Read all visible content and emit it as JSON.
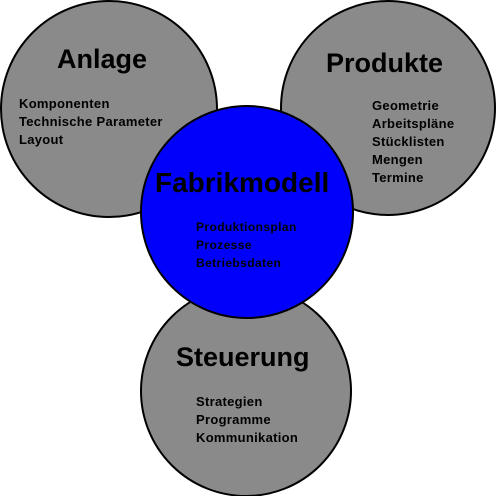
{
  "diagram": {
    "anlage": {
      "title": "Anlage",
      "items": [
        "Komponenten",
        "Technische Parameter",
        "Layout"
      ]
    },
    "produkte": {
      "title": "Produkte",
      "items": [
        "Geometrie",
        "Arbeitspläne",
        "Stücklisten",
        "Mengen",
        "Termine"
      ]
    },
    "fabrikmodell": {
      "title": "Fabrikmodell",
      "items": [
        "Produktionsplan",
        "Prozesse",
        "Betriebsdaten"
      ]
    },
    "steuerung": {
      "title": "Steuerung",
      "items": [
        "Strategien",
        "Programme",
        "Kommunikation"
      ]
    }
  },
  "colors": {
    "outer_circle": "#8a8a8a",
    "center_circle": "#0000fb",
    "text": "#000000",
    "background": "#ffffff"
  }
}
